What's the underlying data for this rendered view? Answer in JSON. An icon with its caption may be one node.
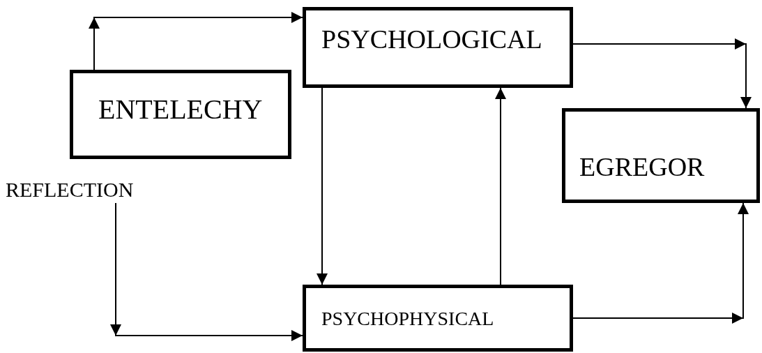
{
  "diagram": {
    "nodes": [
      {
        "text": [
          "ENTELECHY"
        ]
      },
      {
        "text": [
          "PSYCHOLOGICAL"
        ]
      },
      {
        "text": [
          "EGREGOR"
        ]
      },
      {
        "text": [
          "REFLECTION"
        ]
      },
      {
        "text": [
          "PSYCHOPHYSICAL"
        ]
      }
    ],
    "edges": [
      {
        "from": 0,
        "to": 1,
        "arrow": "to"
      },
      {
        "from": 1,
        "to": 2,
        "arrow": "to"
      },
      {
        "from": 3,
        "to": 4,
        "arrow": "to"
      },
      {
        "from": 1,
        "to": 4,
        "arrow": "to"
      },
      {
        "from": 4,
        "to": 1,
        "arrow": "to"
      },
      {
        "from": 4,
        "to": 2,
        "arrow": "to"
      }
    ]
  }
}
